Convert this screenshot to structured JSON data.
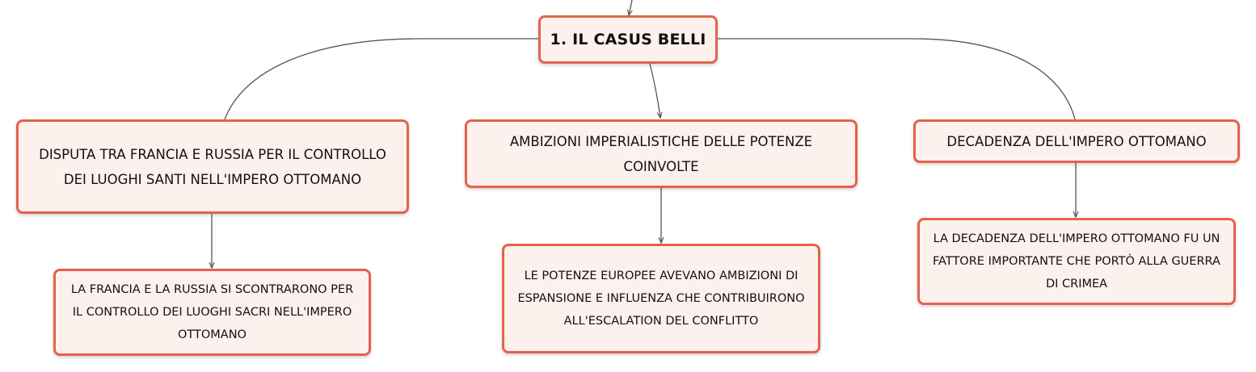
{
  "mindmap": {
    "root": {
      "label": "1. IL CASUS BELLI"
    },
    "topics": [
      {
        "label": "DISPUTA TRA FRANCIA E RUSSIA PER IL CONTROLLO DEI LUOGHI SANTI NELL'IMPERO OTTOMANO",
        "detail": "LA FRANCIA E LA RUSSIA SI SCONTRARONO PER IL CONTROLLO DEI LUOGHI SACRI NELL'IMPERO OTTOMANO"
      },
      {
        "label": "AMBIZIONI IMPERIALISTICHE DELLE POTENZE COINVOLTE",
        "detail": "LE POTENZE EUROPEE AVEVANO AMBIZIONI DI ESPANSIONE E INFLUENZA CHE CONTRIBUIRONO ALL'ESCALATION DEL CONFLITTO"
      },
      {
        "label": "DECADENZA DELL'IMPERO OTTOMANO",
        "detail": "LA DECADENZA DELL'IMPERO OTTOMANO FU UN FATTORE IMPORTANTE CHE PORTÒ ALLA GUERRA DI CRIMEA"
      }
    ]
  },
  "colors": {
    "node_border": "#e5624c",
    "node_fill": "#fdf1ee",
    "connector": "#555555"
  }
}
